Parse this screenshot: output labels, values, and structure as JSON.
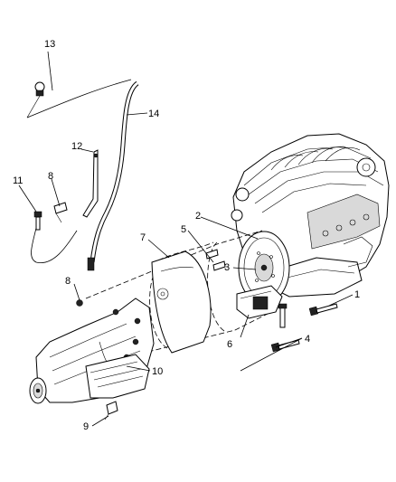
{
  "diagram": {
    "callouts": [
      {
        "id": "c1",
        "text": "1"
      },
      {
        "id": "c2",
        "text": "2"
      },
      {
        "id": "c3",
        "text": "3"
      },
      {
        "id": "c4",
        "text": "4"
      },
      {
        "id": "c5",
        "text": "5"
      },
      {
        "id": "c6",
        "text": "6"
      },
      {
        "id": "c7",
        "text": "7"
      },
      {
        "id": "c8a",
        "text": "8"
      },
      {
        "id": "c8b",
        "text": "8"
      },
      {
        "id": "c9",
        "text": "9"
      },
      {
        "id": "c10",
        "text": "10"
      },
      {
        "id": "c11",
        "text": "11"
      },
      {
        "id": "c12",
        "text": "12"
      },
      {
        "id": "c13",
        "text": "13"
      },
      {
        "id": "c14",
        "text": "14"
      }
    ]
  }
}
